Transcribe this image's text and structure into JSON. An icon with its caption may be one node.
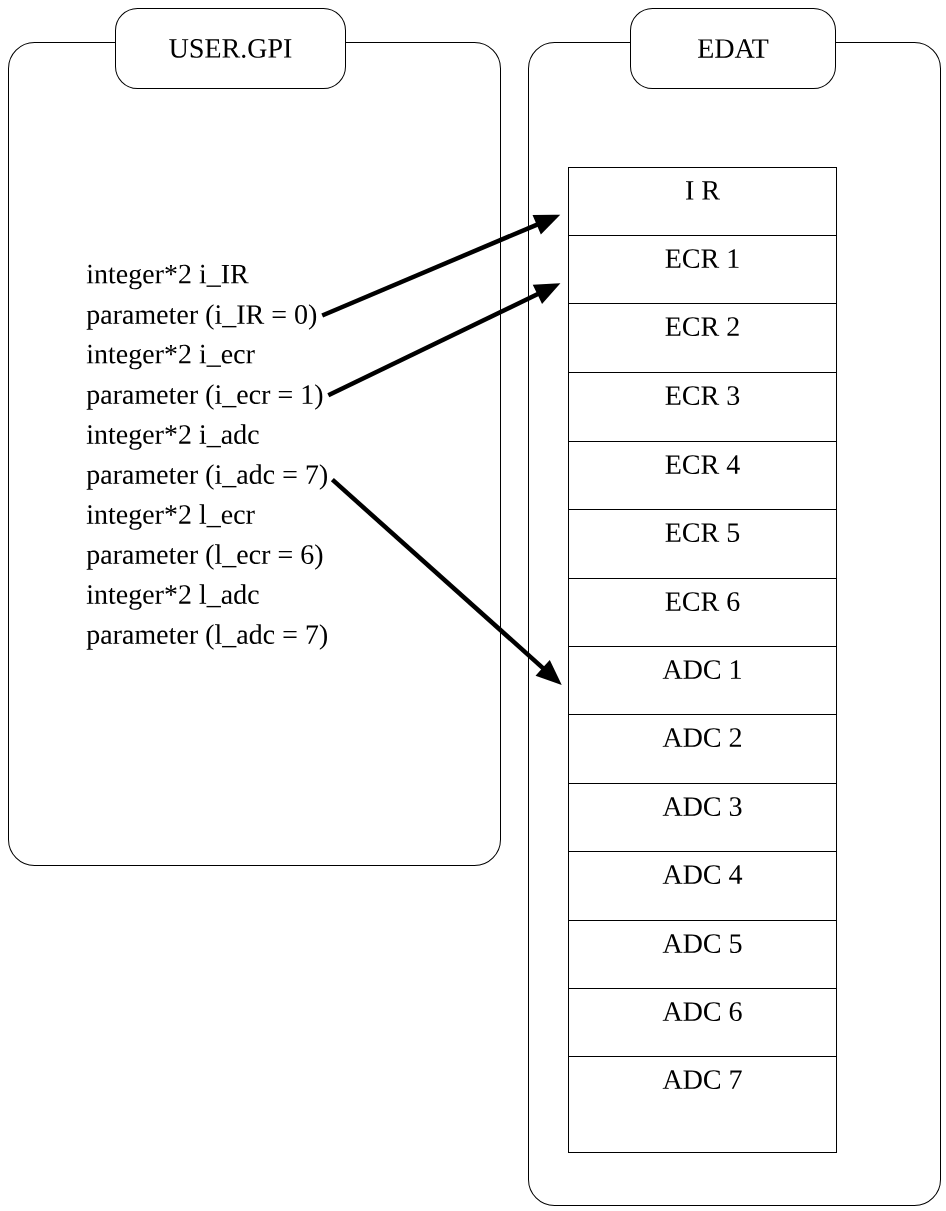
{
  "diagram": {
    "nodes": [
      {
        "text": [
          "USER.GPI"
        ]
      },
      {
        "text": [
          "integer*2 i_IR"
        ],
        "in": 0
      },
      {
        "text": [
          "parameter (i_IR = 0)"
        ],
        "in": 0
      },
      {
        "text": [
          "integer*2 i_ecr"
        ],
        "in": 0
      },
      {
        "text": [
          "parameter (i_ecr = 1)"
        ],
        "in": 0
      },
      {
        "text": [
          "integer*2 i_adc"
        ],
        "in": 0
      },
      {
        "text": [
          "parameter (i_adc = 7)"
        ],
        "in": 0
      },
      {
        "text": [
          "integer*2 l_ecr"
        ],
        "in": 0
      },
      {
        "text": [
          "parameter (l_ecr = 6)"
        ],
        "in": 0
      },
      {
        "text": [
          "integer*2 l_adc"
        ],
        "in": 0
      },
      {
        "text": [
          "parameter (l_adc = 7)"
        ],
        "in": 0
      },
      {
        "text": [
          "EDAT"
        ]
      },
      {
        "text": [
          "I R"
        ],
        "in": 11
      },
      {
        "text": [
          "ECR 1"
        ],
        "in": 11
      },
      {
        "text": [
          "ECR 2"
        ],
        "in": 11
      },
      {
        "text": [
          "ECR 3"
        ],
        "in": 11
      },
      {
        "text": [
          "ECR 4"
        ],
        "in": 11
      },
      {
        "text": [
          "ECR 5"
        ],
        "in": 11
      },
      {
        "text": [
          "ECR 6"
        ],
        "in": 11
      },
      {
        "text": [
          "ADC 1"
        ],
        "in": 11
      },
      {
        "text": [
          "ADC 2"
        ],
        "in": 11
      },
      {
        "text": [
          "ADC 3"
        ],
        "in": 11
      },
      {
        "text": [
          "ADC 4"
        ],
        "in": 11
      },
      {
        "text": [
          "ADC 5"
        ],
        "in": 11
      },
      {
        "text": [
          "ADC 6"
        ],
        "in": 11
      },
      {
        "text": [
          "ADC 7"
        ],
        "in": 11
      }
    ],
    "edges": [
      {
        "from": 2,
        "to": 12,
        "arrow": "to"
      },
      {
        "from": 4,
        "to": 13,
        "arrow": "to"
      },
      {
        "from": 6,
        "to": 19,
        "arrow": "to"
      }
    ]
  }
}
